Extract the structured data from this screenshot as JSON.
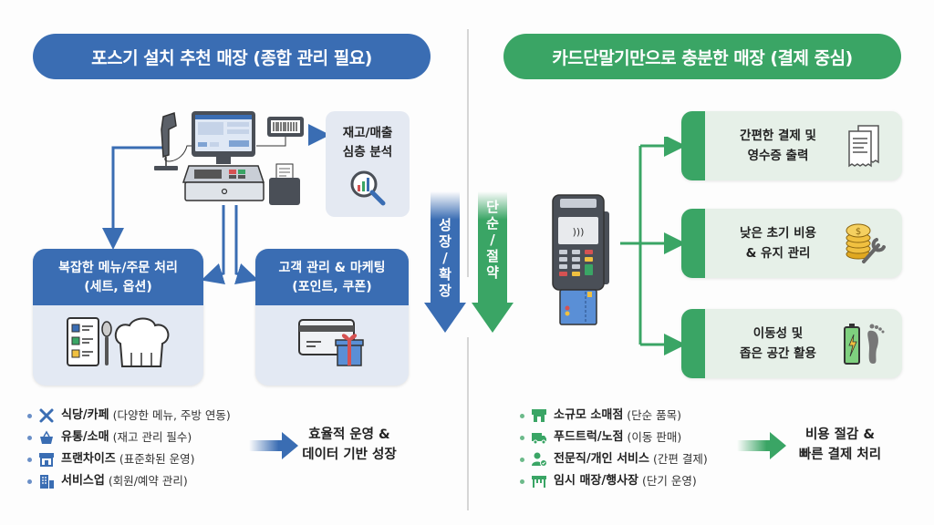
{
  "left": {
    "title": "포스기 설치 추천 매장 (종합 관리 필요)",
    "accent_color": "#3a6db3",
    "analysis_card": {
      "line1": "재고/매출",
      "line2": "심층 분석"
    },
    "cards": [
      {
        "line1": "복잡한 메뉴/주문 처리",
        "line2": "(세트, 옵션)"
      },
      {
        "line1": "고객 관리 & 마케팅",
        "line2": "(포인트, 쿠폰)"
      }
    ],
    "flow_arrow_label": [
      "성",
      "장",
      "/",
      "확",
      "장"
    ],
    "list": [
      {
        "icon": "fork-knife-icon",
        "main": "식당/카페",
        "sub": "(다양한 메뉴, 주방 연동)"
      },
      {
        "icon": "basket-icon",
        "main": "유통/소매",
        "sub": "(재고 관리 필수)"
      },
      {
        "icon": "storefront-icon",
        "main": "프랜차이즈",
        "sub": "(표준화된 운영)"
      },
      {
        "icon": "building-icon",
        "main": "서비스업",
        "sub": "(회원/예약 관리)"
      }
    ],
    "result": {
      "line1": "효율적 운영 &",
      "line2": "데이터 기반 성장"
    }
  },
  "right": {
    "title": "카드단말기만으로 충분한 매장 (결제 중심)",
    "accent_color": "#3aa565",
    "flow_arrow_label": [
      "단",
      "순",
      "/",
      "절",
      "약"
    ],
    "cards": [
      {
        "line1": "간편한 결제 및",
        "line2": "영수증 출력",
        "icon": "receipt-icon"
      },
      {
        "line1": "낮은 초기 비용",
        "line2": "& 유지 관리",
        "icon": "coins-wrench-icon"
      },
      {
        "line1": "이동성 및",
        "line2": "좁은 공간 활용",
        "icon": "battery-footprint-icon"
      }
    ],
    "list": [
      {
        "icon": "shop-awning-icon",
        "main": "소규모 소매점",
        "sub": "(단순 품목)"
      },
      {
        "icon": "food-truck-icon",
        "main": "푸드트럭/노점",
        "sub": "(이동 판매)"
      },
      {
        "icon": "person-check-icon",
        "main": "전문직/개인 서비스",
        "sub": "(간편 결제)"
      },
      {
        "icon": "stall-icon",
        "main": "임시 매장/행사장",
        "sub": "(단기 운영)"
      }
    ],
    "result": {
      "line1": "비용 절감 &",
      "line2": "빠른 결제 처리"
    }
  }
}
